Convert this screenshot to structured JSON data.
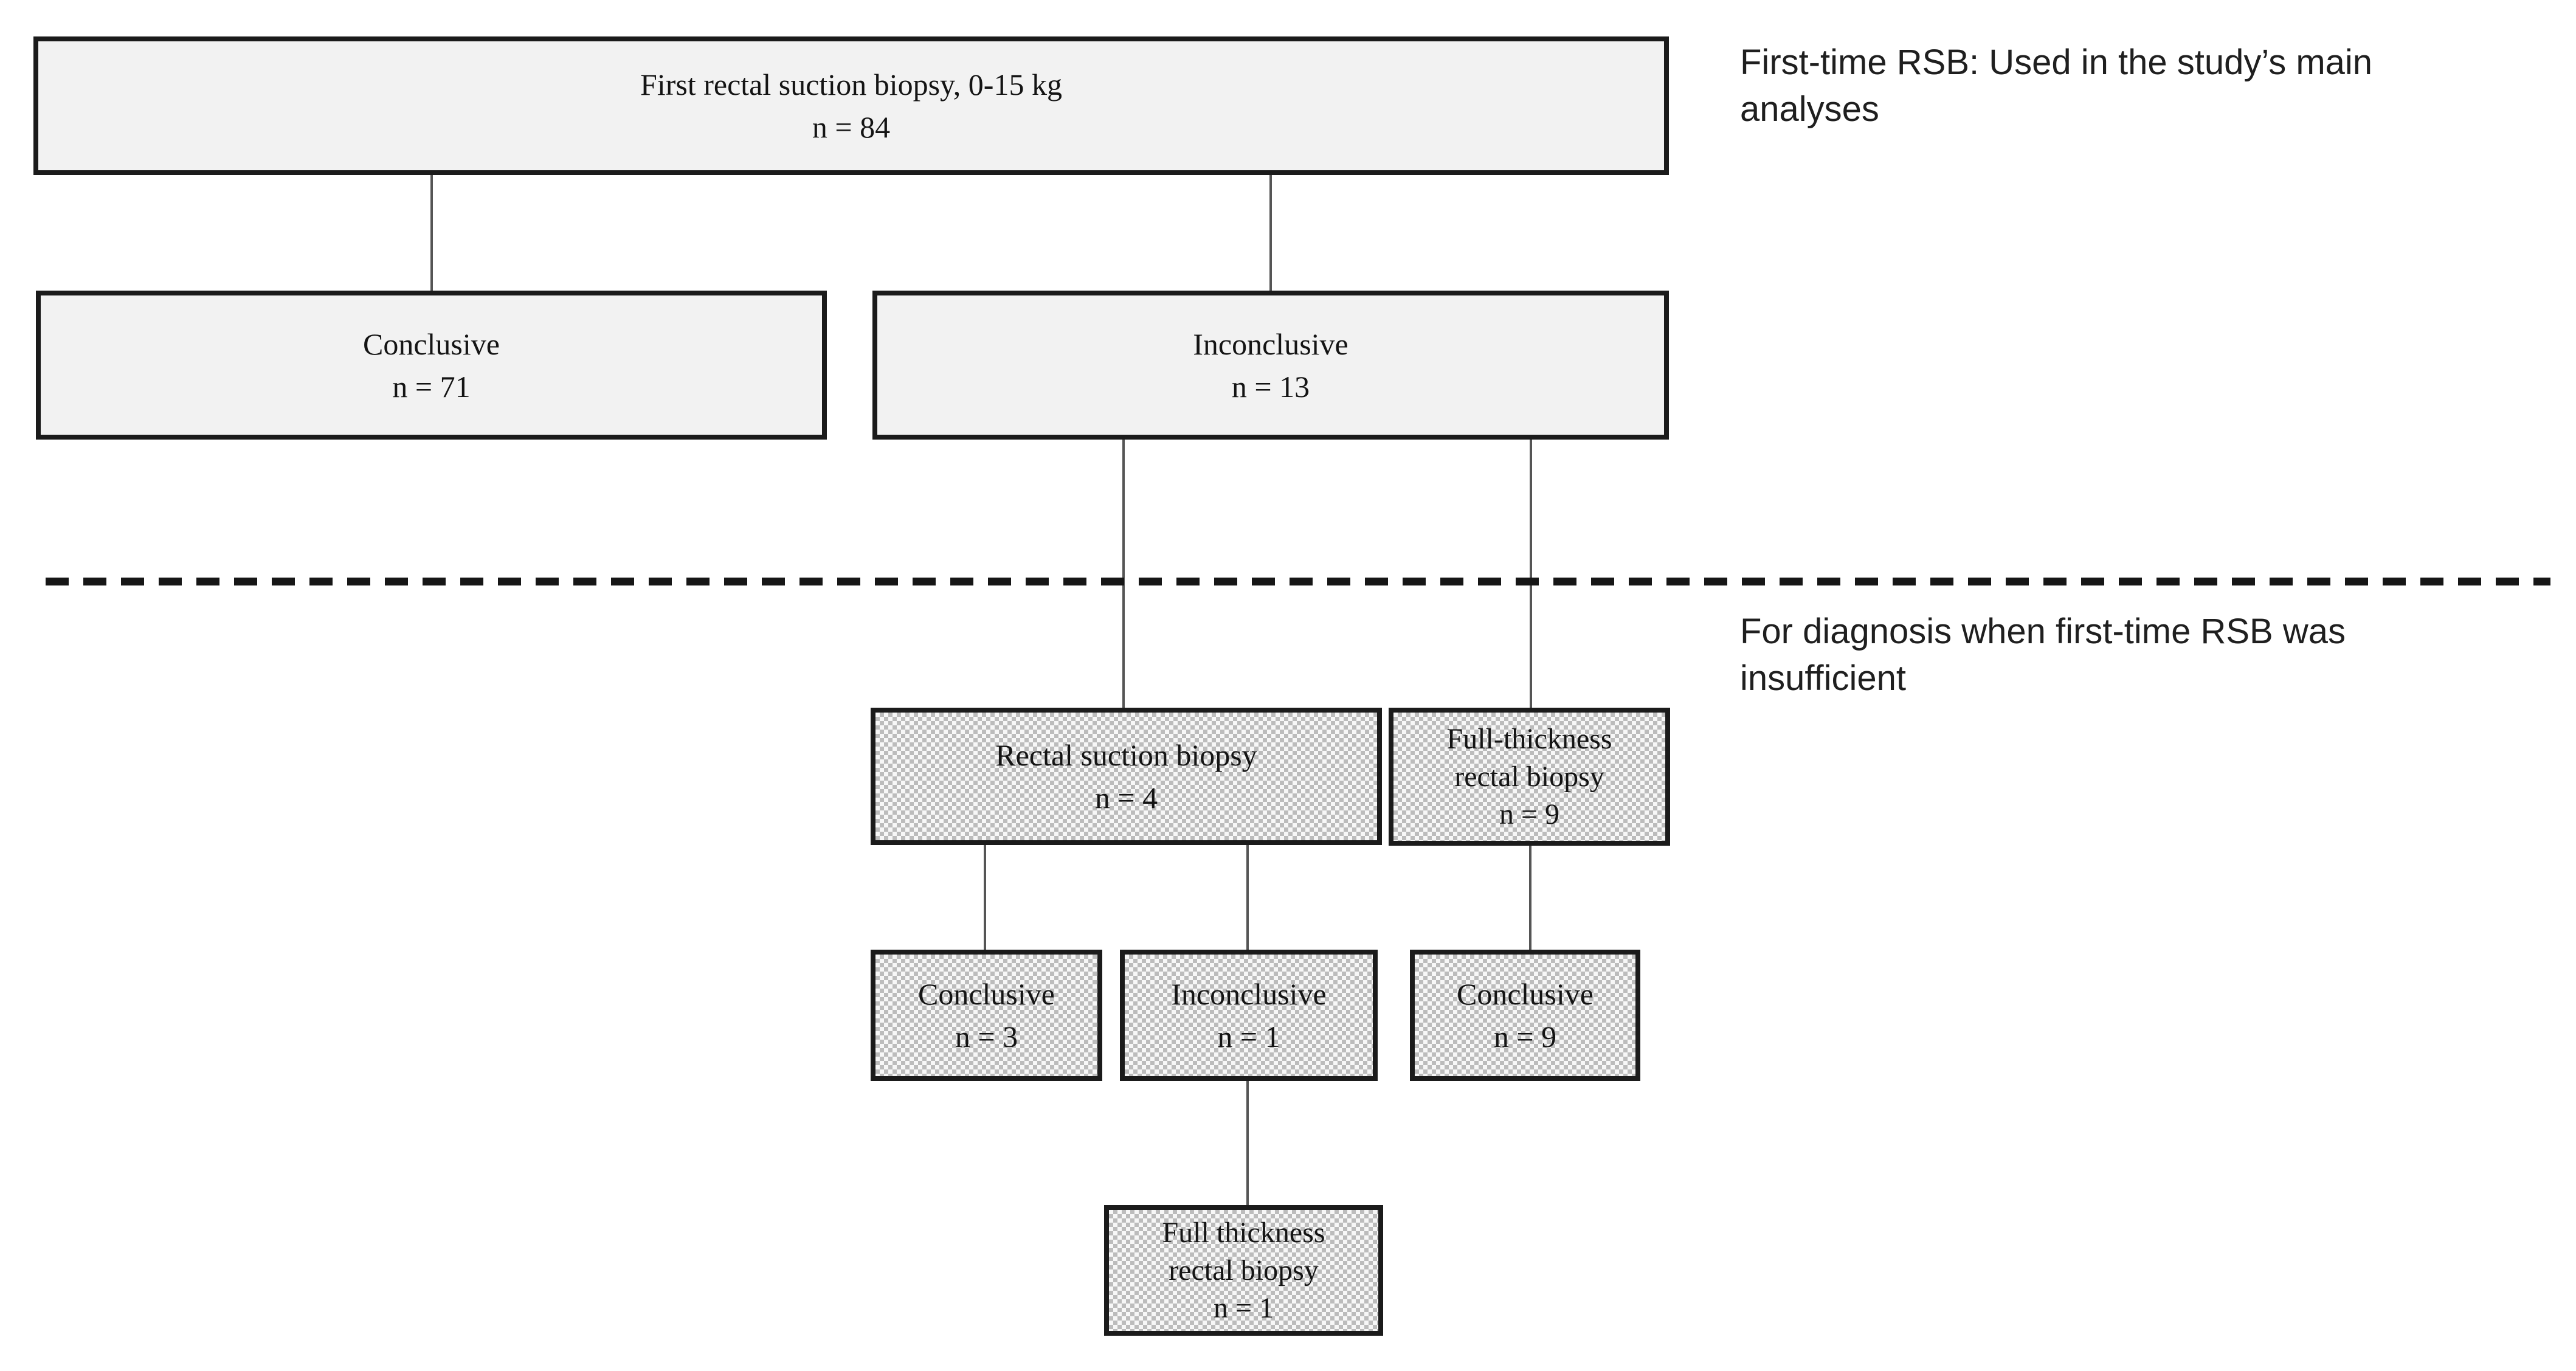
{
  "palette": {
    "background": "#ffffff",
    "box_fill": "#f2f2f2",
    "box_border": "#1b1b1b",
    "hatch_foreground": "#bcbcbc",
    "hatch_background": "#f7f7f7",
    "connector": "#555555",
    "divider": "#161616",
    "text": "#141414"
  },
  "annotations": {
    "top": "First-time RSB: Used in the study’s main\nanalyses",
    "bottom": "For diagnosis when first-time RSB was\ninsufficient"
  },
  "nodes": {
    "first_rsb": {
      "text": "First rectal suction biopsy, 0-15 kg\nn = 84"
    },
    "conclusive_71": {
      "text": "Conclusive\nn = 71"
    },
    "inconclusive_13": {
      "text": "Inconclusive\nn = 13"
    },
    "rsb_4": {
      "text": "Rectal suction biopsy\nn = 4"
    },
    "ftrb_9": {
      "text": "Full-thickness\nrectal biopsy\nn = 9"
    },
    "conclusive_3": {
      "text": "Conclusive\nn = 3"
    },
    "inconclusive_1": {
      "text": "Inconclusive\nn = 1"
    },
    "conclusive_9": {
      "text": "Conclusive\nn = 9"
    },
    "ftrb_1": {
      "text": "Full thickness\nrectal biopsy\nn = 1"
    }
  },
  "edges": [
    {
      "from": "first_rsb",
      "to": "conclusive_71"
    },
    {
      "from": "first_rsb",
      "to": "inconclusive_13"
    },
    {
      "from": "inconclusive_13",
      "to": "rsb_4"
    },
    {
      "from": "inconclusive_13",
      "to": "ftrb_9"
    },
    {
      "from": "rsb_4",
      "to": "conclusive_3"
    },
    {
      "from": "rsb_4",
      "to": "inconclusive_1"
    },
    {
      "from": "ftrb_9",
      "to": "conclusive_9"
    },
    {
      "from": "inconclusive_1",
      "to": "ftrb_1"
    }
  ]
}
